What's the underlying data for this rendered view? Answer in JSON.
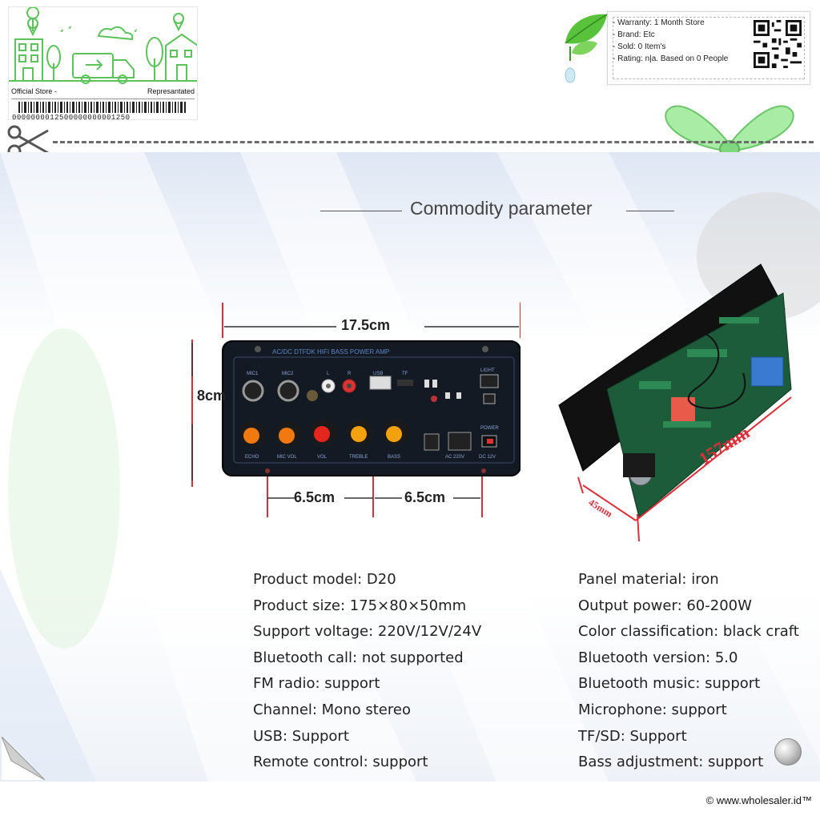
{
  "store_card": {
    "left_label": "Official Store -",
    "right_label": "Represantated",
    "barcode_number": "0000000012500000000001250"
  },
  "info_box": {
    "lines": [
      "- Warranty: 1 Month Store",
      "- Brand: Etc",
      "- Sold: 0 Item's",
      "- Rating: n|a. Based on 0 People"
    ]
  },
  "heading": "Commodity parameter",
  "dimensions": {
    "width_label": "17.5cm",
    "height_label": "8cm",
    "spacing_left": "6.5cm",
    "spacing_right": "6.5cm",
    "pcb_length": "157mm",
    "pcb_depth": "45mm"
  },
  "panel_labels": {
    "top_row": "AC/DC  DTFDK  HIFI  BASS  POWER  AMP",
    "jacks": [
      "MIC1",
      "MIC2",
      "L",
      "R",
      "USB",
      "TF"
    ],
    "knobs": [
      "ECHO",
      "MIC VOL",
      "VOL",
      "TREBLE",
      "BASS"
    ],
    "right": [
      "LIGHT",
      "POWER",
      "AC 220V",
      "DC 12V"
    ]
  },
  "specs_left": [
    "Product model: D20",
    "Product size: 175×80×50mm",
    "Support voltage: 220V/12V/24V",
    "Bluetooth call: not supported",
    "FM radio: support",
    "Channel: Mono stereo",
    "USB: Support",
    "Remote control: support"
  ],
  "specs_right": [
    "Panel material: iron",
    "Output power: 60-200W",
    "Color classification: black craft",
    "Bluetooth version: 5.0",
    "Bluetooth music: support",
    "Microphone: support",
    "TF/SD: Support",
    "Bass adjustment: support"
  ],
  "copyright": "© www.wholesaler.id™",
  "colors": {
    "accent_green": "#5cc25a",
    "dimension_red": "#d9303a",
    "knob_orange": "#f2a10f",
    "knob_red": "#e5261f"
  }
}
